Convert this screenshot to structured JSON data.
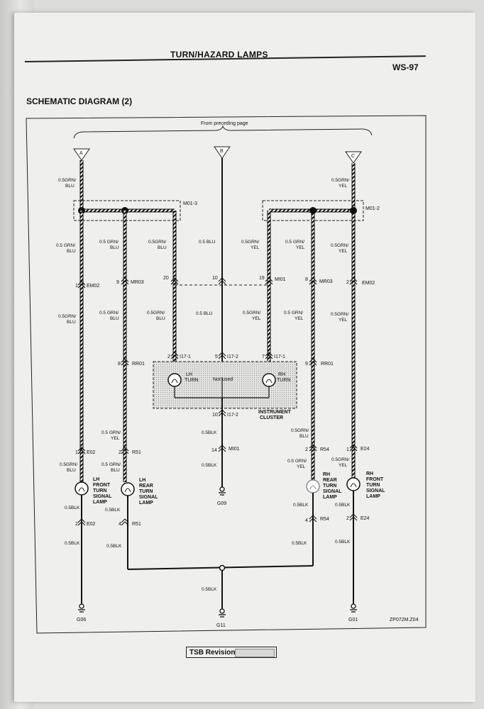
{
  "header": {
    "title": "TURN/HAZARD LAMPS",
    "page": "WS-97"
  },
  "section": {
    "title": "SCHEMATIC DIAGRAM (2)"
  },
  "diagram": {
    "from_preceding": "From preceding page",
    "connectors": {
      "a": "A",
      "b": "B",
      "c": "C"
    },
    "splice_left": "M01-3",
    "splice_right": "M01-2",
    "labels": {
      "grn_blu_05": "0.5GRN/",
      "blu": "BLU",
      "grn_blu_05s": "0.5 GRN/",
      "grn_yel_05": "0.5GRN/",
      "yel": "YEL",
      "grn_yel_05s": "0.5 GRN/",
      "blu_05": "0.5 BLU",
      "blk_05": "0.5BLK",
      "em02": "EM02",
      "mr03": "MR03",
      "mi01": "MI01",
      "i17_1": "I17-1",
      "i17_2": "I17-2",
      "rr01": "RR01",
      "e02": "E02",
      "r51": "R51",
      "r54": "R54",
      "e24": "E24",
      "lh_turn_1": "LH",
      "lh_turn_2": "TURN",
      "rh_turn_1": "RH",
      "rh_turn_2": "TURN",
      "not_used": "Not used",
      "cluster_1": "INSTRUMENT",
      "cluster_2": "CLUSTER",
      "lh_front_1": "LH",
      "lh_front_2": "FRONT",
      "lh_front_3": "TURN",
      "lh_front_4": "SIGNAL",
      "lh_front_5": "LAMP",
      "lh_rear_1": "LH",
      "lh_rear_2": "REAR",
      "lh_rear_3": "TURN",
      "lh_rear_4": "SIGNAL",
      "lh_rear_5": "LAMP",
      "rh_rear_1": "RH",
      "rh_rear_2": "REAR",
      "rh_rear_3": "TURN",
      "rh_rear_4": "SIGNAL",
      "rh_rear_5": "LAMP",
      "rh_front_1": "RH",
      "rh_front_2": "FRONT",
      "rh_front_3": "TURN",
      "rh_front_4": "SIGNAL",
      "rh_front_5": "LAMP",
      "g09": "G09",
      "g06": "G06",
      "g11": "G11",
      "g01": "G01",
      "ref": "ZP072M.Z04"
    },
    "pins": {
      "p1": "1",
      "p2": "2",
      "p4": "4",
      "p5": "5",
      "p7": "7",
      "p8": "8",
      "p9": "9",
      "p10": "10",
      "p14": "14",
      "p19": "19",
      "p20": "20"
    }
  },
  "footer": {
    "tsb_revision": "TSB Revision :"
  }
}
